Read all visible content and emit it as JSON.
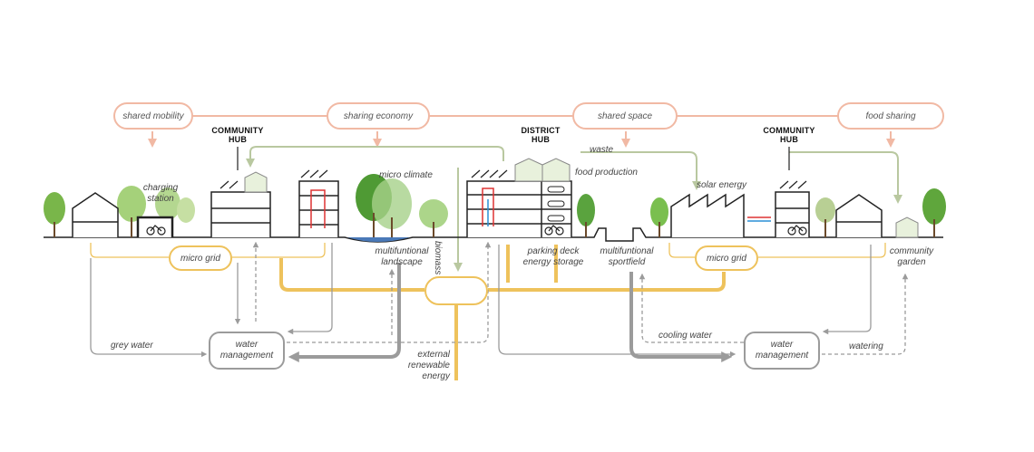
{
  "top_concepts": {
    "shared_mobility": "shared mobility",
    "sharing_economy": "sharing economy",
    "shared_space": "shared space",
    "food_sharing": "food sharing"
  },
  "hubs": {
    "community_hub_left": "COMMUNITY HUB",
    "district_hub": "DISTRICT HUB",
    "community_hub_right": "COMMUNITY HUB"
  },
  "labels": {
    "charging_station": "charging station",
    "micro_climate": "micro climate",
    "food_production": "food production",
    "waste": "waste",
    "solar_energy": "solar energy",
    "biomass": "biomass",
    "multifunctional_landscape": "multifuntional landscape",
    "parking_deck": "parking deck energy storage",
    "multifunctional_sportfield": "multifuntional sportfield",
    "community_garden": "community garden",
    "grey_water": "grey water",
    "external_energy": "external renewable energy",
    "cooling_water": "cooling water",
    "watering": "watering"
  },
  "nodes": {
    "micro_grid_left": "micro grid",
    "micro_grid_right": "micro grid",
    "water_mgmt_left": "water management",
    "water_mgmt_right": "water management"
  },
  "colors": {
    "sharing": "#f1b9a4",
    "energy": "#eec25c",
    "water": "#9b9b9b",
    "food": "#b9c8a0",
    "tree": "#6fae44"
  }
}
